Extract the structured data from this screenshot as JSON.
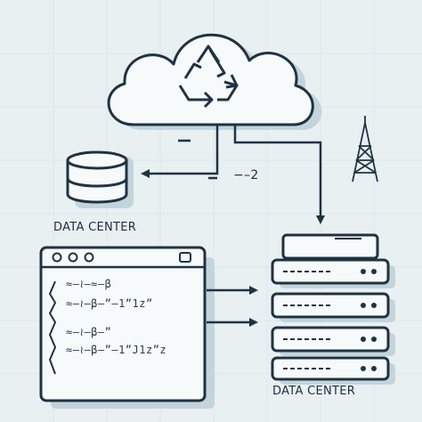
{
  "labels": {
    "data_center_left": "DATA CENTER",
    "data_center_right": "DATA CENTER",
    "arrow_note": "−–2"
  },
  "code_window": {
    "lines": [
      "≈–≀–≈–β",
      "≈–≀–β–”‒1”1z”",
      "≈–≀–β–”",
      "≈–≀–β–”‒1”J1z”z"
    ]
  },
  "icons": [
    "cloud-recycle-icon",
    "database-icon",
    "tower-icon",
    "server-rack-icon"
  ],
  "colors": {
    "background": "#e9f0f2",
    "stroke": "#1f3342",
    "shadow": "#b9ccd4",
    "fill": "#f7fafb"
  }
}
